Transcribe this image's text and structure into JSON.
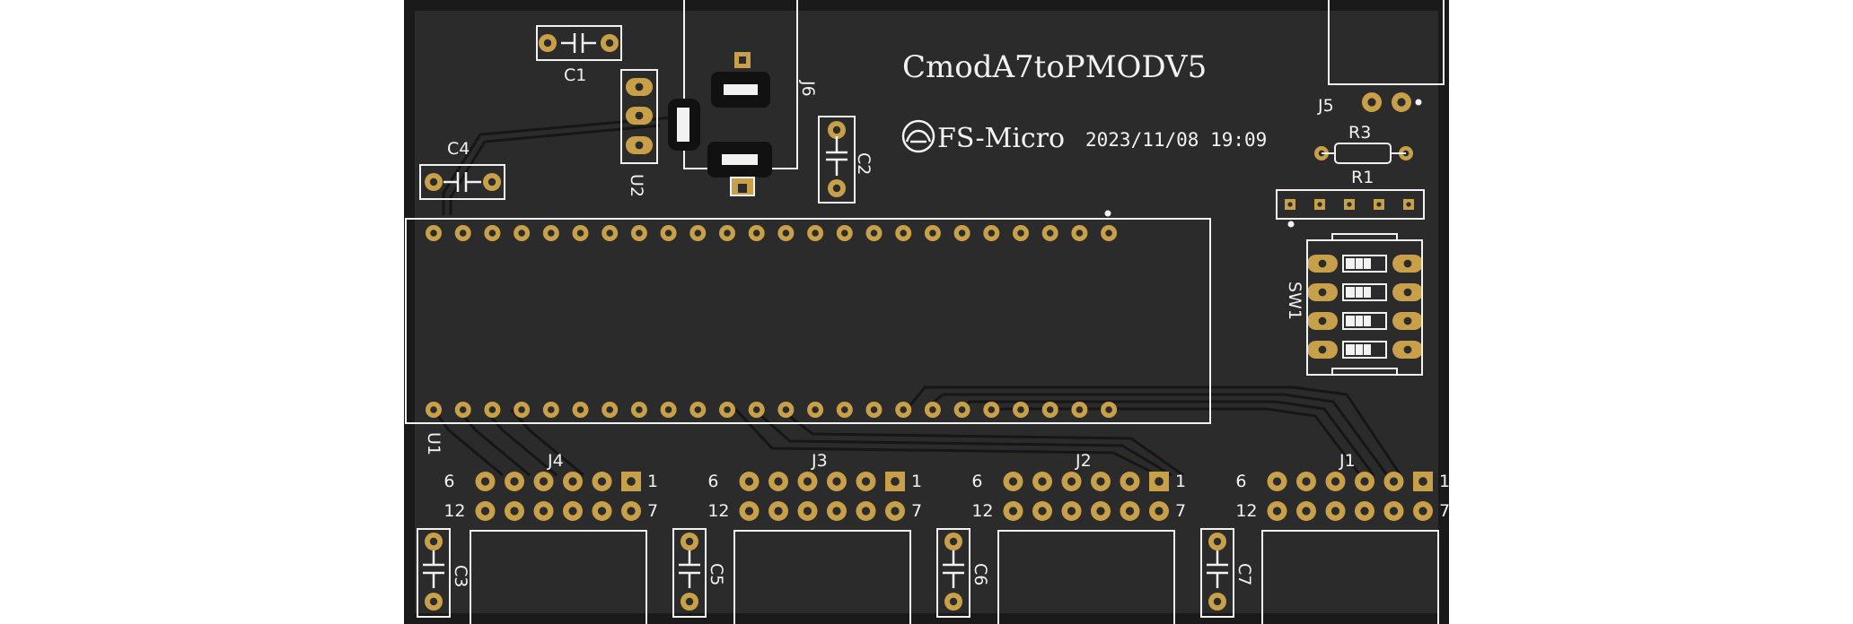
{
  "board": {
    "title": "CmodA7toPMODV5",
    "logo_text": "FS-Micro",
    "timestamp": "2023/11/08 19:09"
  },
  "refs": {
    "C1": "C1",
    "C2": "C2",
    "C3": "C3",
    "C4": "C4",
    "C5": "C5",
    "C6": "C6",
    "C7": "C7",
    "U1": "U1",
    "U2": "U2",
    "J1": "J1",
    "J2": "J2",
    "J3": "J3",
    "J4": "J4",
    "J5": "J5",
    "J6": "J6",
    "R1": "R1",
    "R3": "R3",
    "SW1": "SW1"
  },
  "pmod_pin_labels": {
    "top_left": "6",
    "top_right": "1",
    "bottom_left": "12",
    "bottom_right": "7"
  },
  "colors": {
    "board": "#2b2b2b",
    "frame": "#1a1a1a",
    "pad": "#c8a04a",
    "silk": "#f2f2f2",
    "trace": "#111111",
    "sheet": "#ffffff"
  }
}
